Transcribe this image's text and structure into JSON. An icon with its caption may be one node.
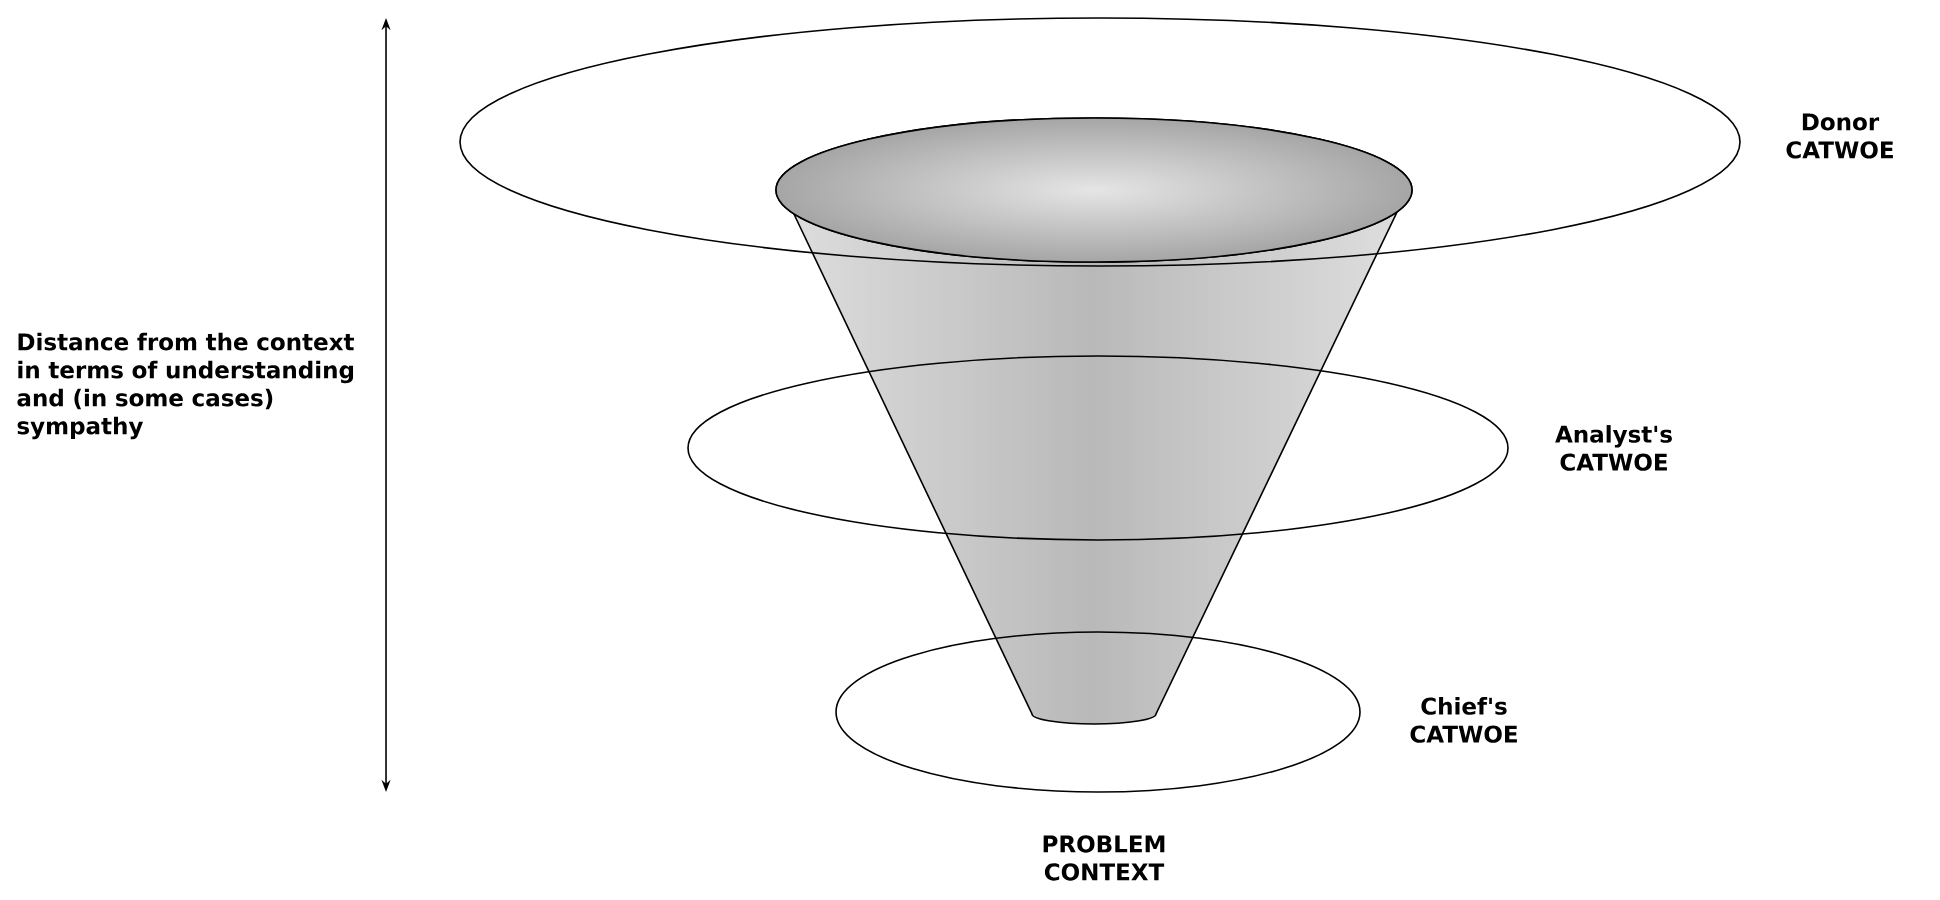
{
  "diagram": {
    "nodes": [
      {
        "text": [],
        "shape": "ellipse",
        "beside": [
          "Donor CATWOE"
        ]
      },
      {
        "text": [],
        "shape": "ellipse",
        "beside": [
          "Analyst's CATWOE"
        ]
      },
      {
        "text": [],
        "shape": "ellipse",
        "beside": [
          "Chief's CATWOE"
        ]
      }
    ],
    "edges": [],
    "labels": [
      "Distance from the context in terms of understanding and (in some cases) sympathy",
      "PROBLEM CONTEXT"
    ]
  }
}
